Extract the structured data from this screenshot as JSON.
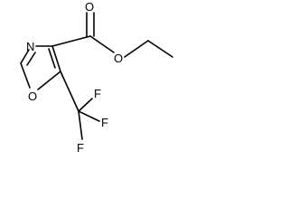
{
  "molecule": {
    "atoms": {
      "ring_nitrogen": "N",
      "ring_oxygen": "O",
      "carbonyl_oxygen": "O",
      "ester_oxygen": "O",
      "fluorine_top": "F",
      "fluorine_right": "F",
      "fluorine_bottom": "F"
    },
    "colors": {
      "bond": "#000000",
      "label": "#000000",
      "background": "#ffffff"
    }
  }
}
